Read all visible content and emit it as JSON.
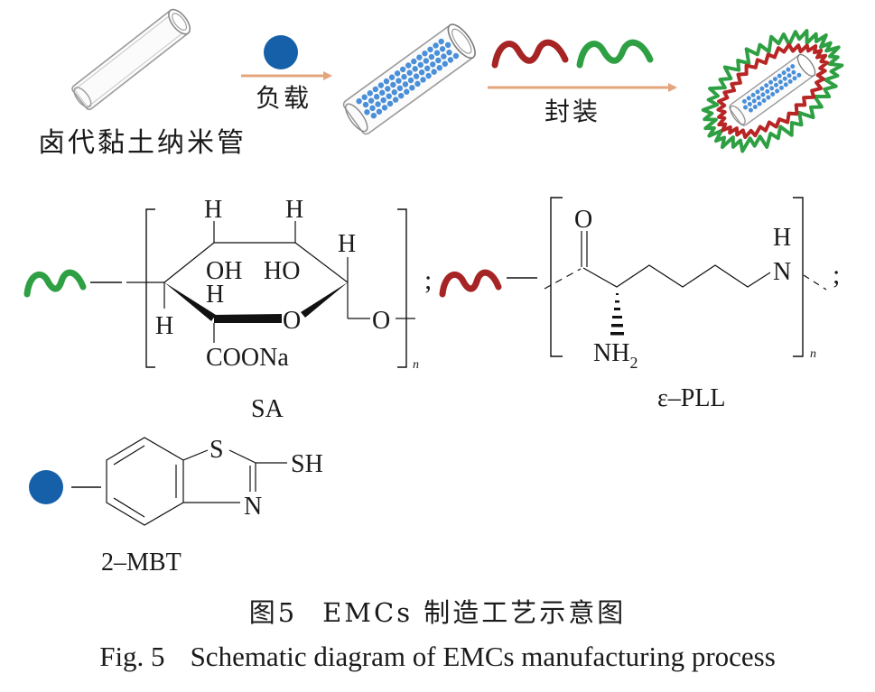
{
  "process": {
    "step1_label": "卤代黏土纳米管",
    "arrow1_label": "负载",
    "arrow2_label": "封装"
  },
  "colors": {
    "inhibitor_blue": "#1560a8",
    "loaded_dot_blue": "#4a8fd8",
    "sa_green": "#2ea043",
    "pll_red": "#a62424",
    "arrow_orange": "#e4a57c",
    "tube_gray": "#9a9a9a"
  },
  "sa": {
    "atoms": {
      "h_top_left": "H",
      "h_top_right": "H",
      "h_right": "H",
      "oh": "OH",
      "ho": "HO",
      "h_inner": "H",
      "h_left": "H",
      "ring_o": "O",
      "link_o": "O",
      "coona": "COONa"
    },
    "subscript": "n",
    "name": "SA",
    "separator": ";"
  },
  "pll": {
    "atoms": {
      "carbonyl_o": "O",
      "amine_h": "H",
      "amine_n": "N",
      "nh": "NH",
      "nh_sub": "2"
    },
    "subscript": "n",
    "name": "ε–PLL",
    "separator": ";",
    "lead_separator": ";"
  },
  "mbt": {
    "atoms": {
      "s": "S",
      "sh": "SH",
      "n": "N"
    },
    "name": "2–MBT"
  },
  "caption": {
    "cn_num": "图5",
    "cn_text": "EMCs 制造工艺示意图",
    "en_num": "Fig. 5",
    "en_text": "Schematic diagram of EMCs manufacturing process"
  }
}
